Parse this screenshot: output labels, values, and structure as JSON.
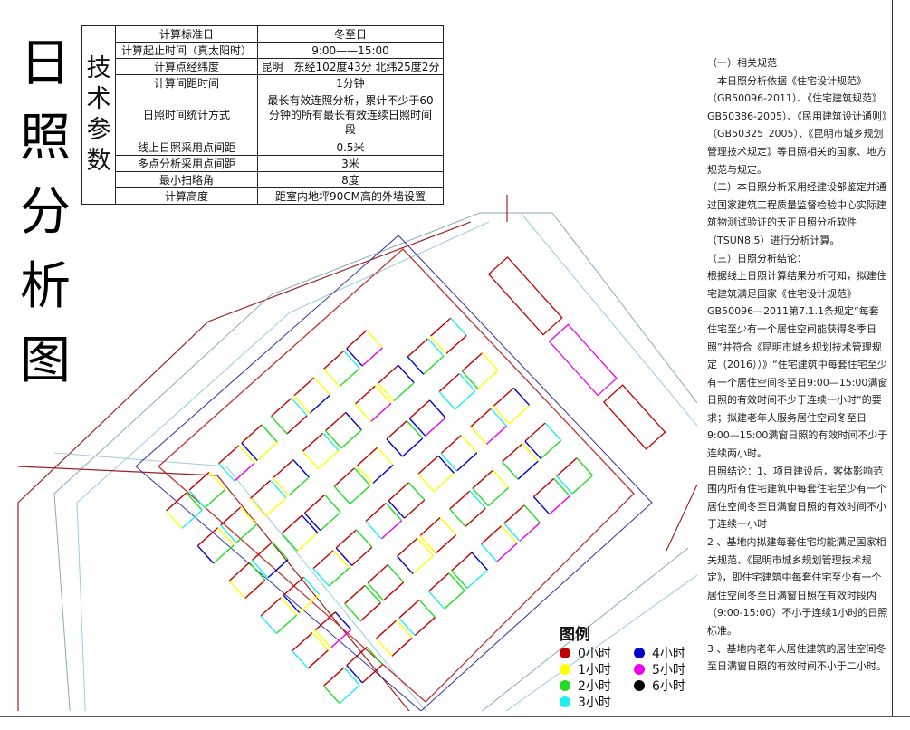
{
  "title": [
    "日",
    "照",
    "分",
    "析",
    "图"
  ],
  "params": {
    "side_label": [
      "技",
      "术",
      "参",
      "数"
    ],
    "rows": [
      {
        "label": "计算标准日",
        "value": "冬至日"
      },
      {
        "label": "计算起止时间（真太阳时）",
        "value": "9:00——15:00"
      },
      {
        "label": "计算点经纬度",
        "value": "昆明　东经102度43分 北纬25度2分"
      },
      {
        "label": "计算间距时间",
        "value": "1分钟"
      },
      {
        "label": "日照时间统计方式",
        "value": "最长有效连照分析，累计不少于60分钟的所有最长有效连续日照时间段"
      },
      {
        "label": "线上日照采用点间距",
        "value": "0.5米"
      },
      {
        "label": "多点分析采用点间距",
        "value": "3米"
      },
      {
        "label": "最小扫略角",
        "value": "8度"
      },
      {
        "label": "计算高度",
        "value": "距室内地坪90CM高的外墙设置"
      }
    ]
  },
  "notes": [
    "（一）相关规范",
    "　本日照分析依据《住宅设计规范》（GB50096-2011）、《住宅建筑规范》GB50386-2005）、《民用建筑设计通则》（GB50325_2005）、《昆明市城乡规划管理技术规定》等日照相关的国家、地方规范与规定。",
    "（二）本日照分析采用经建设部鉴定并通过国家建筑工程质量监督检验中心实际建筑物测试验证的天正日照分析软件（TSUN8.5）进行分析计算。",
    "（三）日照分析结论：",
    "根据线上日照计算结果分析可知，拟建住宅建筑满足国家《住宅设计规范》GB50096—2011第7.1.1条规定“每套住宅至少有一个居住空间能获得冬季日照”并符合《昆明市城乡规划技术管理规定（2016））》“住宅建筑中每套住宅至少有一个居住空间冬至日9:00—15:00满窗日照的有效时间不少于连续一小时”的要求；拟建老年人服务居住空间冬至日9:00—15:00满窗日照的有效时间不少于连续两小时。",
    "日照结论：1、项目建设后，客体影响范围内所有住宅建筑中每套住宅至少有一个居住空间冬至日满窗日照的有效时间不小于连续一小时",
    "2 、基地内拟建每套住宅均能满足国家相关规范、《昆明市城乡规划管理技术规定》，即住宅建筑中每套住宅至少有一个居住空间冬至日满窗日照在有效时段内（9:00-15:00）不小于连续1小时的日照标准。",
    "3 、基地内老年人居住建筑的居住空间冬至日满窗日照的有效时间不小于二小时。"
  ],
  "legend": {
    "title": "图例",
    "items": [
      {
        "label": "0小时",
        "color": "#c00000"
      },
      {
        "label": "1小时",
        "color": "#ffff00"
      },
      {
        "label": "2小时",
        "color": "#22dd22"
      },
      {
        "label": "3小时",
        "color": "#22eeee"
      },
      {
        "label": "4小时",
        "color": "#0000cc"
      },
      {
        "label": "5小时",
        "color": "#ee00ee"
      },
      {
        "label": "6小时",
        "color": "#000000"
      }
    ]
  }
}
